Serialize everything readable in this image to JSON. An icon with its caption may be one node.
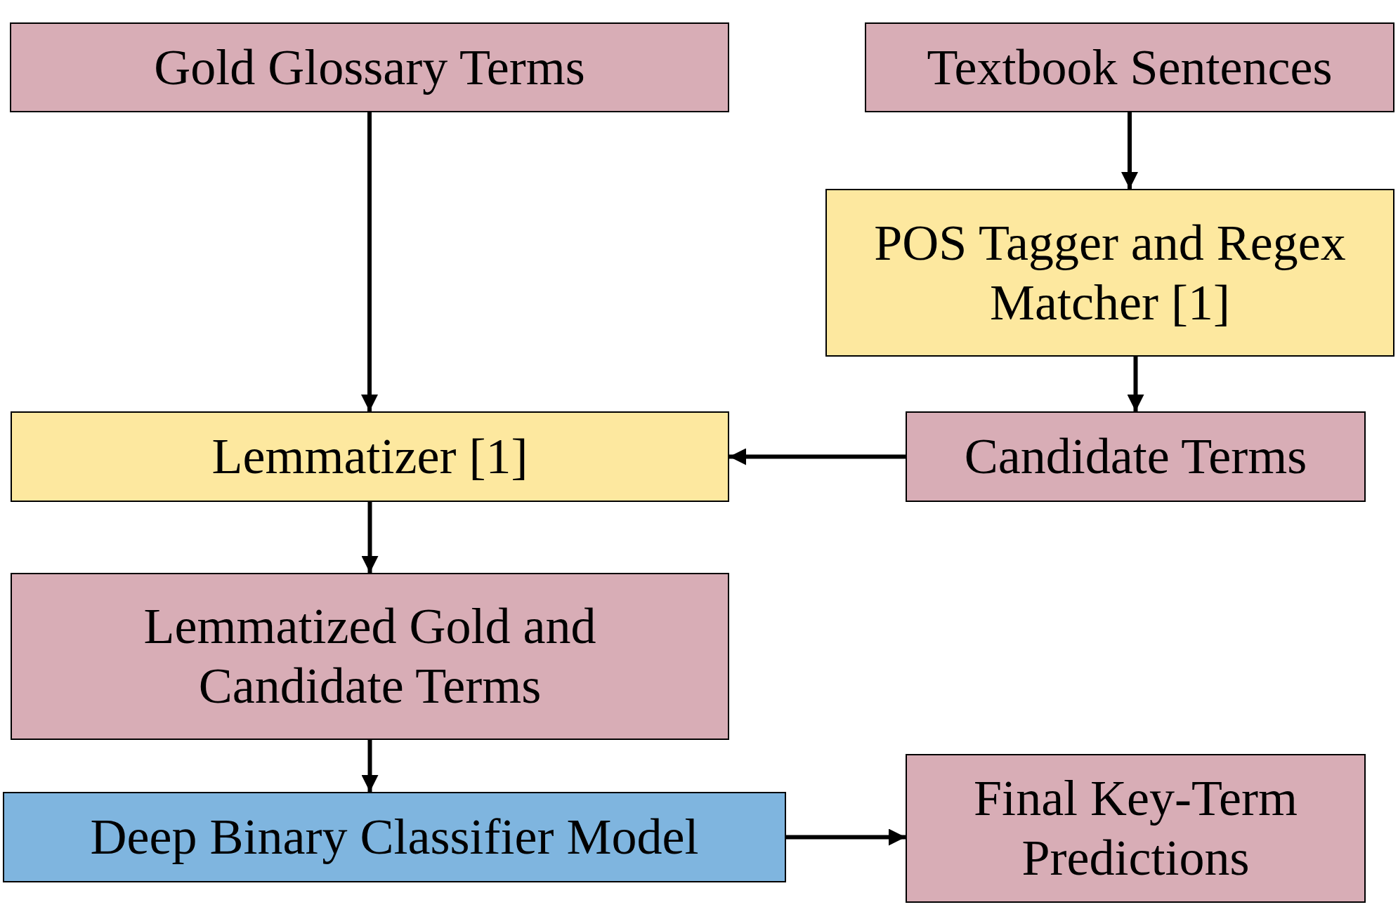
{
  "diagram": {
    "nodes": [
      {
        "text": [
          "Gold Glossary Terms"
        ]
      },
      {
        "text": [
          "Textbook Sentences"
        ]
      },
      {
        "text": [
          "POS Tagger and Regex Matcher [1]"
        ]
      },
      {
        "text": [
          "Lemmatizer [1]"
        ]
      },
      {
        "text": [
          "Candidate Terms"
        ]
      },
      {
        "text": [
          "Lemmatized Gold and Candidate Terms"
        ]
      },
      {
        "text": [
          "Deep Binary Classifier Model"
        ]
      },
      {
        "text": [
          "Final Key-Term Predictions"
        ]
      }
    ],
    "edges": [
      {
        "from": 0,
        "to": 3,
        "arrow": "to"
      },
      {
        "from": 1,
        "to": 2,
        "arrow": "to"
      },
      {
        "from": 2,
        "to": 4,
        "arrow": "to"
      },
      {
        "from": 4,
        "to": 3,
        "arrow": "to"
      },
      {
        "from": 3,
        "to": 5,
        "arrow": "to"
      },
      {
        "from": 5,
        "to": 6,
        "arrow": "to"
      },
      {
        "from": 6,
        "to": 7,
        "arrow": "to"
      }
    ]
  }
}
